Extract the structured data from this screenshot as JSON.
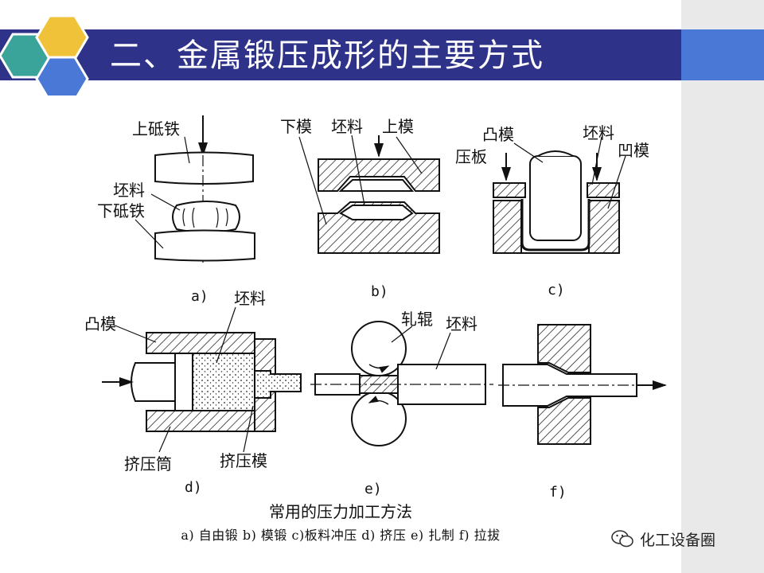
{
  "slide": {
    "title": "二、金属锻压成形的主要方式",
    "colors": {
      "header": "#2e3288",
      "header_ext": "#4a78d6",
      "hex_teal": "#3aa39a",
      "hex_gold": "#f0c23a",
      "hex_blue": "#4a78d6"
    }
  },
  "figure": {
    "a": {
      "labels": [
        "上砥铁",
        "坯料",
        "下砥铁"
      ],
      "sub": "a)"
    },
    "b": {
      "labels": [
        "下模",
        "坯料",
        "上模"
      ],
      "sub": "b)"
    },
    "c": {
      "labels": [
        "凸模",
        "坯料",
        "压板",
        "凹模"
      ],
      "sub": "c)"
    },
    "d": {
      "labels": [
        "凸模",
        "坯料",
        "挤压筒",
        "挤压模"
      ],
      "sub": "d)"
    },
    "e": {
      "labels": [
        "轧辊",
        "坯料"
      ],
      "sub": "e)"
    },
    "f": {
      "sub": "f)"
    }
  },
  "caption": {
    "title": "常用的压力加工方法",
    "legend": "a) 自由锻 b) 模锻 c)板料冲压 d) 挤压 e) 扎制 f) 拉拔"
  },
  "watermark": {
    "text": "化工设备圈",
    "icon": "wechat-icon"
  }
}
